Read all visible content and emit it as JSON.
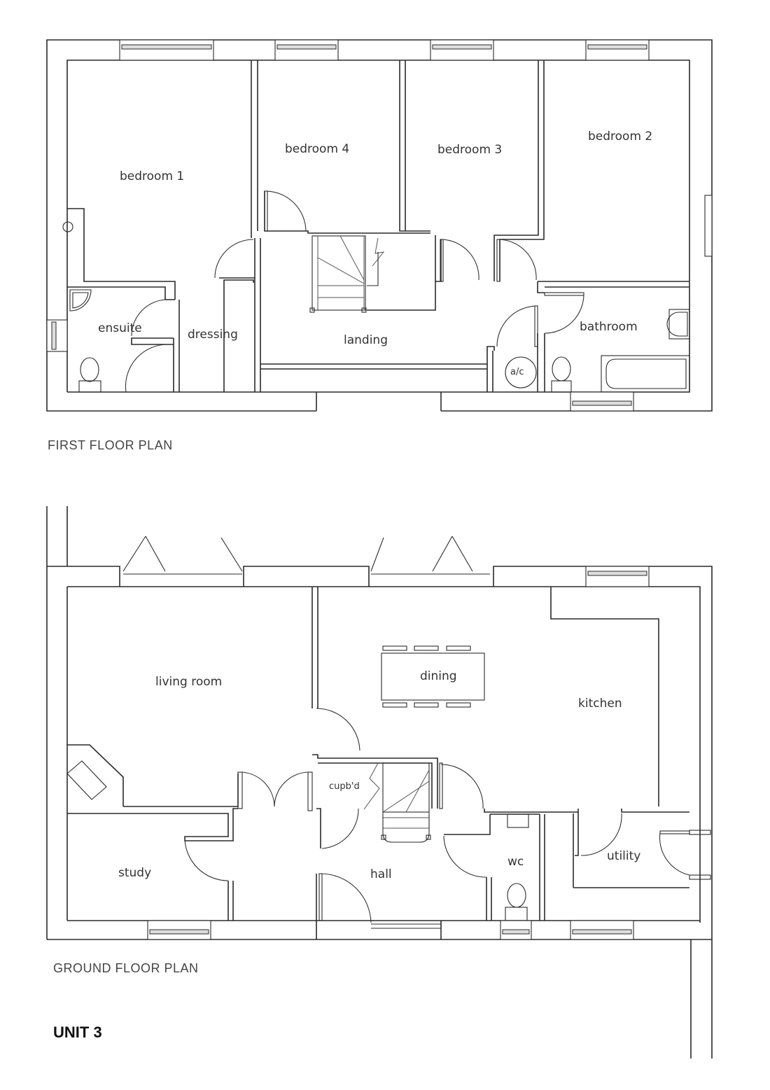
{
  "first_floor": {
    "title": "FIRST FLOOR PLAN",
    "rooms": {
      "bedroom_1": "bedroom 1",
      "bedroom_4": "bedroom 4",
      "bedroom_3": "bedroom 3",
      "bedroom_2": "bedroom 2",
      "ensuite": "ensuite",
      "dressing": "dressing",
      "landing": "landing",
      "bathroom": "bathroom",
      "airing_cupboard": "a/c"
    }
  },
  "ground_floor": {
    "title": "GROUND FLOOR PLAN",
    "rooms": {
      "living_room": "living room",
      "dining": "dining",
      "kitchen": "kitchen",
      "cupboard": "cupb'd",
      "study": "study",
      "hall": "hall",
      "wc": "wc",
      "utility": "utility"
    }
  },
  "unit": {
    "label": "UNIT 3"
  }
}
